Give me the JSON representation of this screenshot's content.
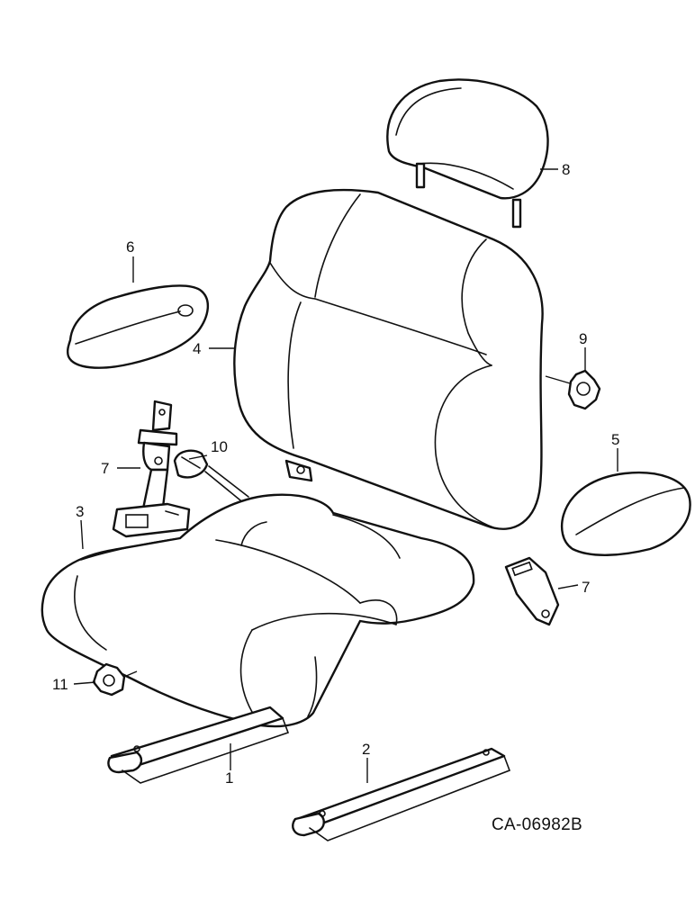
{
  "diagram": {
    "reference_code": "CA-06982B",
    "callouts": {
      "c1": "1",
      "c2": "2",
      "c3": "3",
      "c4": "4",
      "c5": "5",
      "c6": "6",
      "c7a": "7",
      "c7b": "7",
      "c8": "8",
      "c9": "9",
      "c10": "10",
      "c11": "11"
    }
  }
}
